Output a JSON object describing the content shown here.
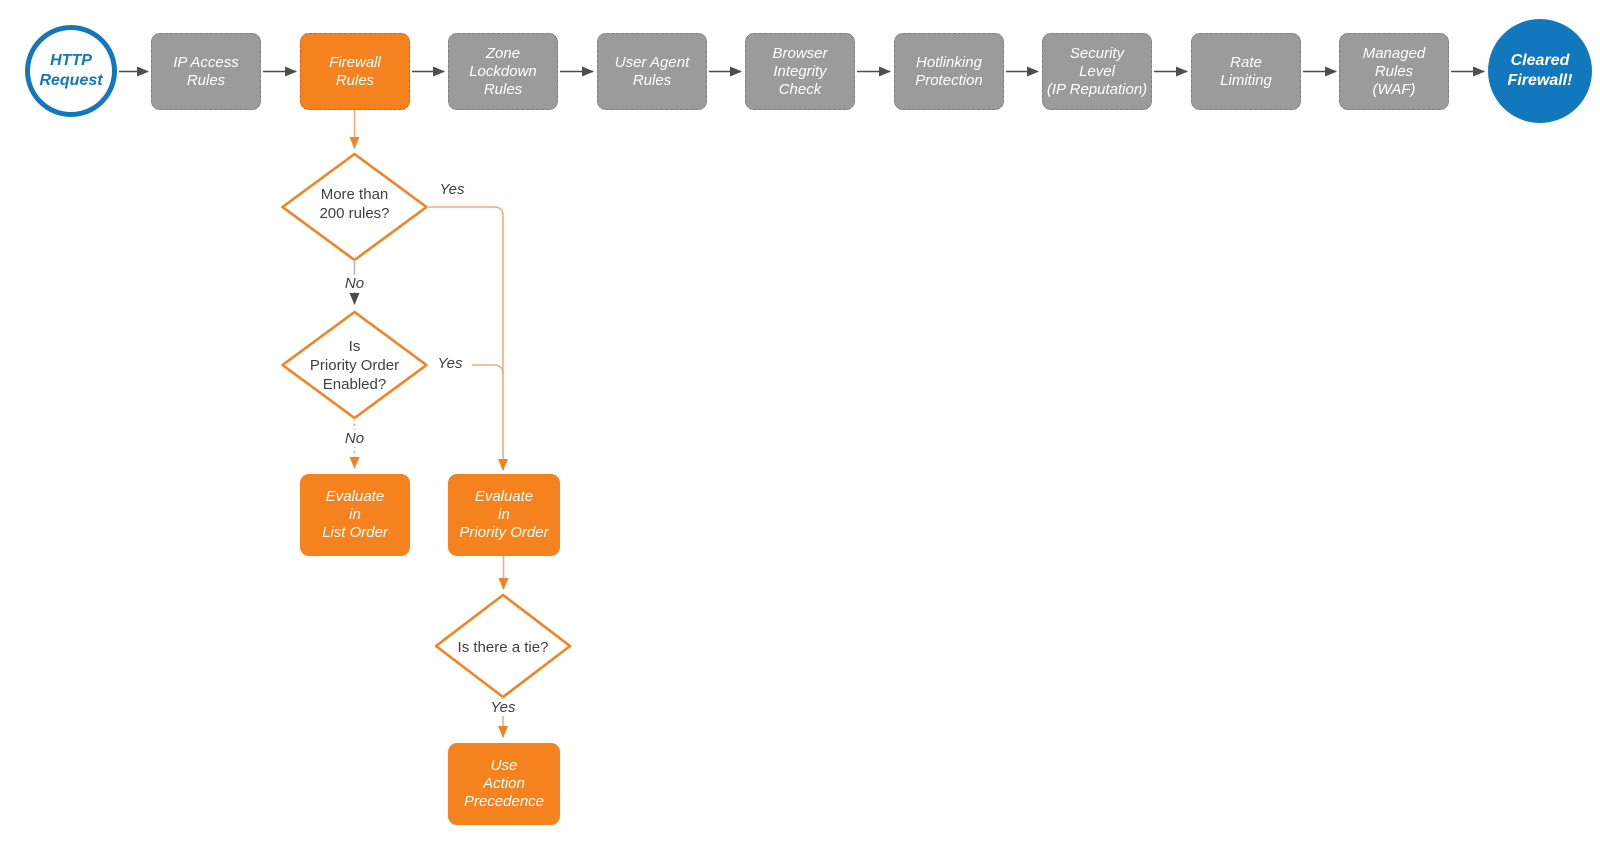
{
  "colors": {
    "orange": "#F6821F",
    "orange-line": "#F9A77D",
    "gray-fill": "#9B9B9B",
    "gray-border": "#888888",
    "blue": "#1278BE",
    "arrow-dark": "#4D4D4D",
    "gray-line": "#B5B5B5",
    "text-dark": "#3F3F3F"
  },
  "pipeline": {
    "start": {
      "label": "HTTP\nRequest"
    },
    "steps": [
      {
        "label": "IP Access\nRules"
      },
      {
        "label": "Firewall\nRules"
      },
      {
        "label": "Zone\nLockdown\nRules"
      },
      {
        "label": "User Agent\nRules"
      },
      {
        "label": "Browser\nIntegrity\nCheck"
      },
      {
        "label": "Hotlinking\nProtection"
      },
      {
        "label": "Security\nLevel\n(IP Reputation)"
      },
      {
        "label": "Rate\nLimiting"
      },
      {
        "label": "Managed\nRules\n(WAF)"
      }
    ],
    "end": {
      "label": "Cleared\nFirewall!"
    }
  },
  "decisions": {
    "d1": {
      "question": "More than\n200 rules?",
      "yes_label": "Yes",
      "no_label": "No"
    },
    "d2": {
      "question": "Is\nPriority Order\nEnabled?",
      "yes_label": "Yes",
      "no_label": "No"
    },
    "d3": {
      "question": "Is there a tie?",
      "yes_label": "Yes"
    }
  },
  "actions": {
    "evaluate_list": {
      "label": "Evaluate\nin\nList Order"
    },
    "evaluate_priority": {
      "label": "Evaluate\nin\nPriority Order"
    },
    "use_action_precedence": {
      "label": "Use\nAction\nPrecedence"
    }
  }
}
